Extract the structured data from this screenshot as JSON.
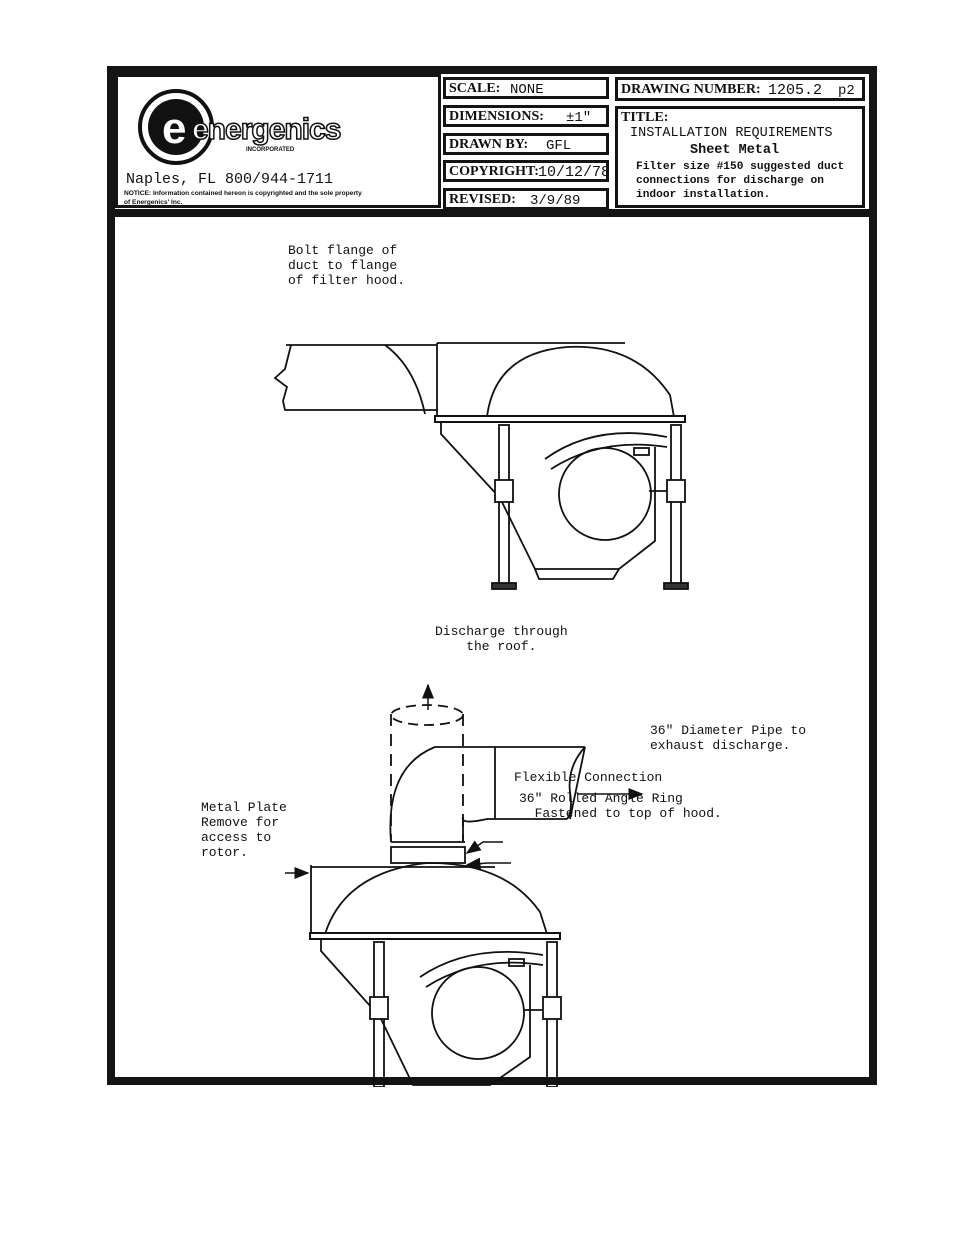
{
  "company": {
    "logo_text": "energenics",
    "logo_subtext": "INCORPORATED",
    "location": "Naples, FL 800/944-1711",
    "notice_line1": "NOTICE: Information contained hereon is copyrighted and the sole property",
    "notice_line2": "of Energenics' Inc."
  },
  "title_block": {
    "scale_label": "SCALE:",
    "scale_value": "NONE",
    "dimensions_label": "DIMENSIONS:",
    "dimensions_value": "±1\"",
    "drawn_by_label": "DRAWN BY:",
    "drawn_by_value": "GFL",
    "copyright_label": "COPYRIGHT:",
    "copyright_value": "10/12/78",
    "revised_label": "REVISED:",
    "revised_value": "3/9/89",
    "drawing_number_label": "DRAWING NUMBER:",
    "drawing_number_value": "1205.2",
    "drawing_page": "p2",
    "title_label": "TITLE:",
    "title_line1": "INSTALLATION REQUIREMENTS",
    "title_line2": "Sheet Metal",
    "title_desc1": "Filter size #150 suggested duct",
    "title_desc2": "connections for discharge on",
    "title_desc3": "indoor installation."
  },
  "annotations": {
    "bolt_flange": "Bolt flange of\nduct to flange\nof filter hood.",
    "discharge_roof": "Discharge through\n    the roof.",
    "diameter_pipe": "36\" Diameter Pipe to\nexhaust discharge.",
    "flexible_connection": "Flexible Connection",
    "rolled_angle_ring": "36\" Rolled Angle Ring\n  Fastened to top of hood.",
    "metal_plate": "Metal Plate\nRemove for\naccess to\nrotor."
  }
}
